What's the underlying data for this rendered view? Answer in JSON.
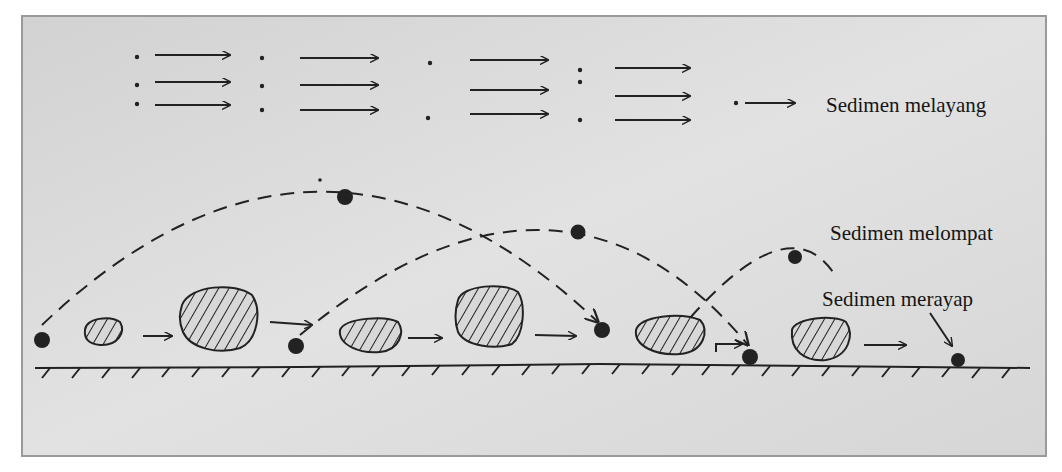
{
  "diagram": {
    "labels": [
      "Sedimen melayang",
      "Sedimen melompat",
      "Sedimen merayap"
    ]
  }
}
